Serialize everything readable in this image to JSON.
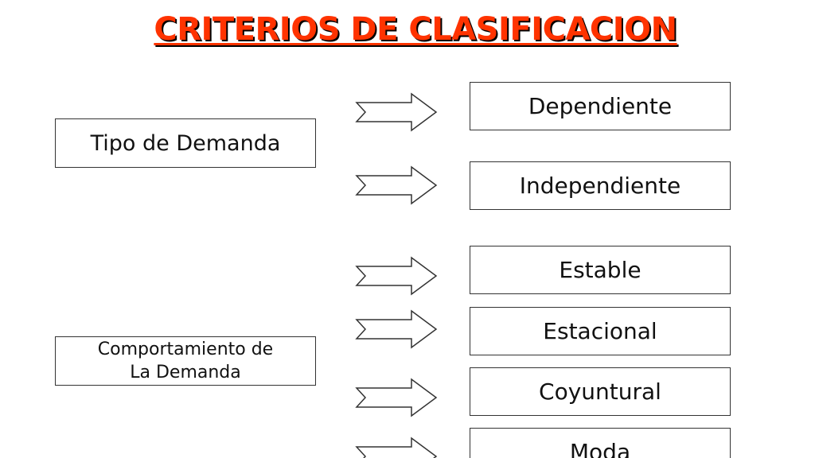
{
  "title": "CRITERIOS DE CLASIFICACION",
  "categories": [
    {
      "label": "Tipo de Demanda",
      "options": [
        "Dependiente",
        "Independiente"
      ]
    },
    {
      "label_lines": [
        "Comportamiento de",
        "La Demanda"
      ],
      "options": [
        "Estable",
        "Estacional",
        "Coyuntural",
        "Moda"
      ]
    }
  ],
  "icons": {
    "arrow": "right-outline-arrow-icon"
  },
  "colors": {
    "title": "#ff3300",
    "title_shadow": "#000000",
    "border": "#333333",
    "text": "#111111",
    "background": "#ffffff"
  }
}
